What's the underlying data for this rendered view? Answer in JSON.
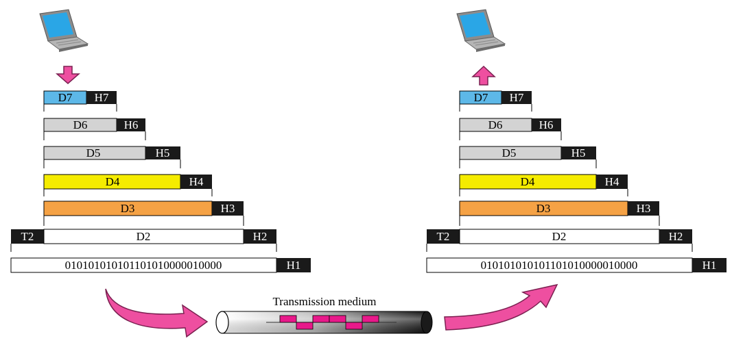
{
  "medium": {
    "label": "Transmission medium"
  },
  "sender": {
    "layers": [
      {
        "data": "D7",
        "header": "H7",
        "data_color": "#5db8e8"
      },
      {
        "data": "D6",
        "header": "H6",
        "data_color": "#d3d3d3"
      },
      {
        "data": "D5",
        "header": "H5",
        "data_color": "#d3d3d3"
      },
      {
        "data": "D4",
        "header": "H4",
        "data_color": "#f5ec00"
      },
      {
        "data": "D3",
        "header": "H3",
        "data_color": "#f5a245"
      },
      {
        "trailer": "T2",
        "data": "D2",
        "header": "H2",
        "data_color": "#ffffff"
      },
      {
        "data": "010101010101101010000010000",
        "header": "H1",
        "data_color": "#ffffff"
      }
    ]
  },
  "receiver": {
    "layers": [
      {
        "data": "D7",
        "header": "H7",
        "data_color": "#5db8e8"
      },
      {
        "data": "D6",
        "header": "H6",
        "data_color": "#d3d3d3"
      },
      {
        "data": "D5",
        "header": "H5",
        "data_color": "#d3d3d3"
      },
      {
        "data": "D4",
        "header": "H4",
        "data_color": "#f5ec00"
      },
      {
        "data": "D3",
        "header": "H3",
        "data_color": "#f5a245"
      },
      {
        "trailer": "T2",
        "data": "D2",
        "header": "H2",
        "data_color": "#ffffff"
      },
      {
        "data": "010101010101101010000010000",
        "header": "H1",
        "data_color": "#ffffff"
      }
    ]
  },
  "colors": {
    "header_black": "#1a1a1a",
    "arrow_pink": "#ee4fa0",
    "signal_pink": "#e8198a",
    "laptop_screen": "#2aa6e6",
    "laptop_body": "#9a9a9a"
  }
}
